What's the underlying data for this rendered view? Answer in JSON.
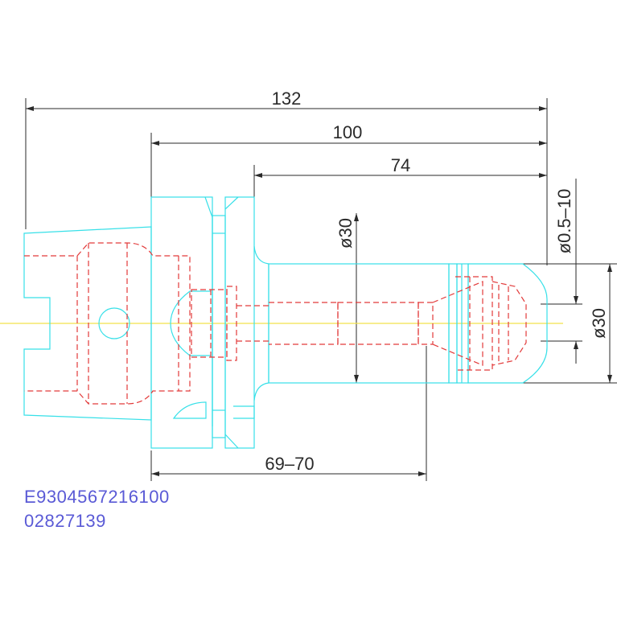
{
  "dimensions": {
    "overall_length": "132",
    "flange_length": "100",
    "shank_length": "74",
    "clamp_range": "ø0.5–10",
    "shank_diameter": "ø30",
    "nose_diameter": "ø30",
    "insertion_depth": "69–70"
  },
  "labels": {
    "code_line_1": "E9304567216100",
    "code_line_2": "02827139"
  },
  "colors": {
    "outline": "#37e0e8",
    "hidden": "#e23a3a",
    "centerline": "#f2e24a",
    "dimension": "#2a2a2a",
    "code_text": "#5a5ad6"
  }
}
